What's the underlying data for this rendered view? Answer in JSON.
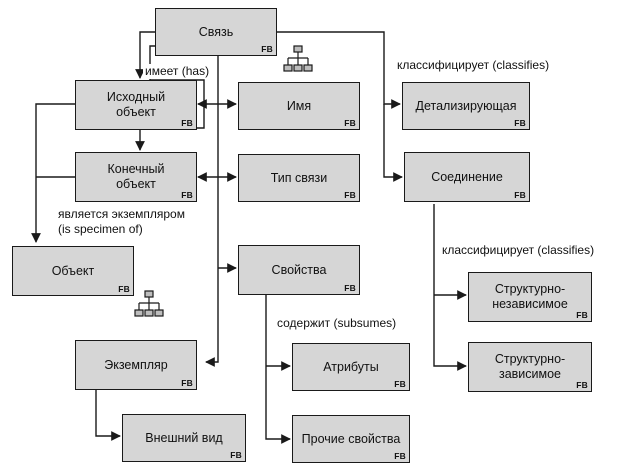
{
  "nodes": {
    "link": {
      "label": "Связь",
      "tag": "FB"
    },
    "source_object": {
      "label": "Исходный\nобъект",
      "tag": "FB"
    },
    "target_object": {
      "label": "Конечный\nобъект",
      "tag": "FB"
    },
    "object": {
      "label": "Объект",
      "tag": "FB"
    },
    "name": {
      "label": "Имя",
      "tag": "FB"
    },
    "link_type": {
      "label": "Тип связи",
      "tag": "FB"
    },
    "properties": {
      "label": "Свойства",
      "tag": "FB"
    },
    "instance": {
      "label": "Экземпляр",
      "tag": "FB"
    },
    "appearance": {
      "label": "Внешний вид",
      "tag": "FB"
    },
    "attributes": {
      "label": "Атрибуты",
      "tag": "FB"
    },
    "other_properties": {
      "label": "Прочие свойства",
      "tag": "FB"
    },
    "detailing": {
      "label": "Детализирующая",
      "tag": "FB"
    },
    "connection": {
      "label": "Соединение",
      "tag": "FB"
    },
    "struct_independent": {
      "label": "Структурно-\nнезависимое",
      "tag": "FB"
    },
    "struct_dependent": {
      "label": "Структурно-\nзависимое",
      "tag": "FB"
    }
  },
  "annotations": {
    "has": "имеет (has)",
    "classifies_top": "классифицирует (classifies)",
    "is_specimen_of": "является экземпляром\n(is specimen of)",
    "classifies_bottom": "классифицирует (classifies)",
    "subsumes": "содержит (subsumes)"
  },
  "icons": [
    "hierarchy-icon",
    "hierarchy-icon"
  ],
  "colors": {
    "box_fill": "#d6d6d6",
    "line": "#1a1a1a",
    "background": "#ffffff"
  }
}
